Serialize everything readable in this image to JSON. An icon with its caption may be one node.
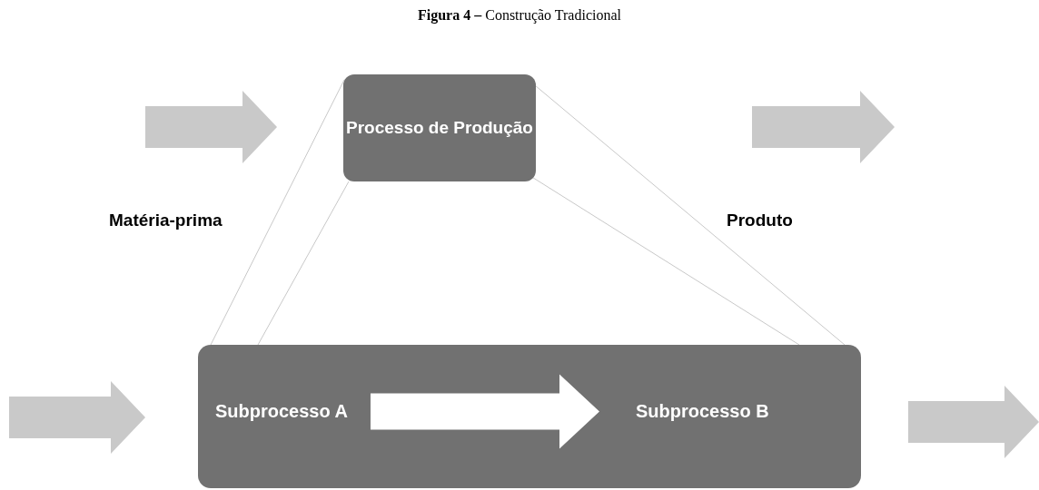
{
  "diagram": {
    "title": "**Figura 4 –** Construção Tradicional",
    "nodes": [
      {
        "text": [
          "Processo de Produção"
        ]
      },
      {
        "text": [],
        "shape": "box"
      },
      {
        "text": [
          "Subprocesso A"
        ],
        "in": 1
      },
      {
        "text": [
          "Subprocesso B"
        ],
        "in": 1
      }
    ],
    "edges": [
      {
        "from": 2,
        "to": 3,
        "arrow": "to",
        "style": "thick",
        "color": "#ffffff"
      },
      {
        "from": 0,
        "to": 1,
        "arrow": "none",
        "color": "#c8c8c8"
      },
      {
        "from": 0,
        "to": 1,
        "arrow": "none",
        "color": "#c8c8c8"
      },
      {
        "from": 0,
        "to": 1,
        "arrow": "none",
        "color": "#c8c8c8"
      },
      {
        "from": 0,
        "to": 1,
        "arrow": "none",
        "color": "#c8c8c8"
      }
    ],
    "labels": [
      "Matéria-prima",
      "Produto"
    ]
  }
}
